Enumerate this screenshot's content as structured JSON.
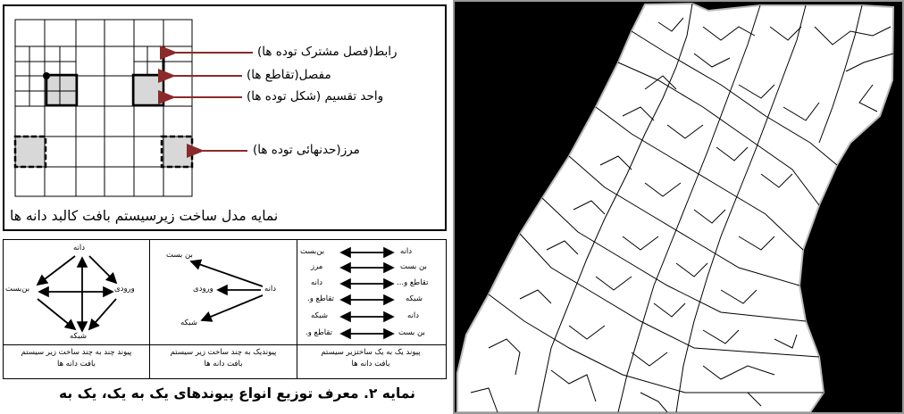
{
  "grid_panel": {
    "labels": {
      "link": "رابط(فصل مشترک توده ها)",
      "joint": "مفصل(تقاطع ها)",
      "unit": "واحد تقسیم (شکل توده ها)",
      "boundary": "مرز(حدنهائی توده ها)"
    },
    "caption": "نمایه مدل ساخت زیرسیستم بافت کالبد دانه ها"
  },
  "table": {
    "col1": {
      "rows": [
        {
          "left": "بن‌بست",
          "right": "دانه"
        },
        {
          "left": "مرز",
          "right": "بن بست"
        },
        {
          "left": "دانه",
          "right": "تقاطع و..."
        },
        {
          "left": "تقاطع و.",
          "right": "شبکه"
        },
        {
          "left": "شبکه",
          "right": "دانه"
        },
        {
          "left": "تقاطع و.",
          "right": "بن بست"
        }
      ],
      "caption_line1": "پیوند یک به یک ساختزیر سیستم",
      "caption_line2": "بافت دانه ها"
    },
    "col2": {
      "nodes": {
        "top": "بن بست",
        "mid_left": "ورودی",
        "right": "دانه",
        "bottom": "شبکه"
      },
      "caption_line1": "پیوندیک به چند ساخت زیر سیستم",
      "caption_line2": "بافت دانه ها"
    },
    "col3": {
      "nodes": {
        "top": "دانه",
        "left": "بن‌بست",
        "right": "ورودی",
        "bottom": "شبکه"
      },
      "caption_line1": "پیوند چند به چند ساخت زیر سیستم",
      "caption_line2": "بافت دانه ها"
    }
  },
  "figure_title": "نمایه ۲. معرف توزیع انواع پیوندهای یک به یک، یک به",
  "colors": {
    "shade": "#d8d8d8",
    "arrow": "#8b2a2a",
    "map_bg": "#000000"
  }
}
